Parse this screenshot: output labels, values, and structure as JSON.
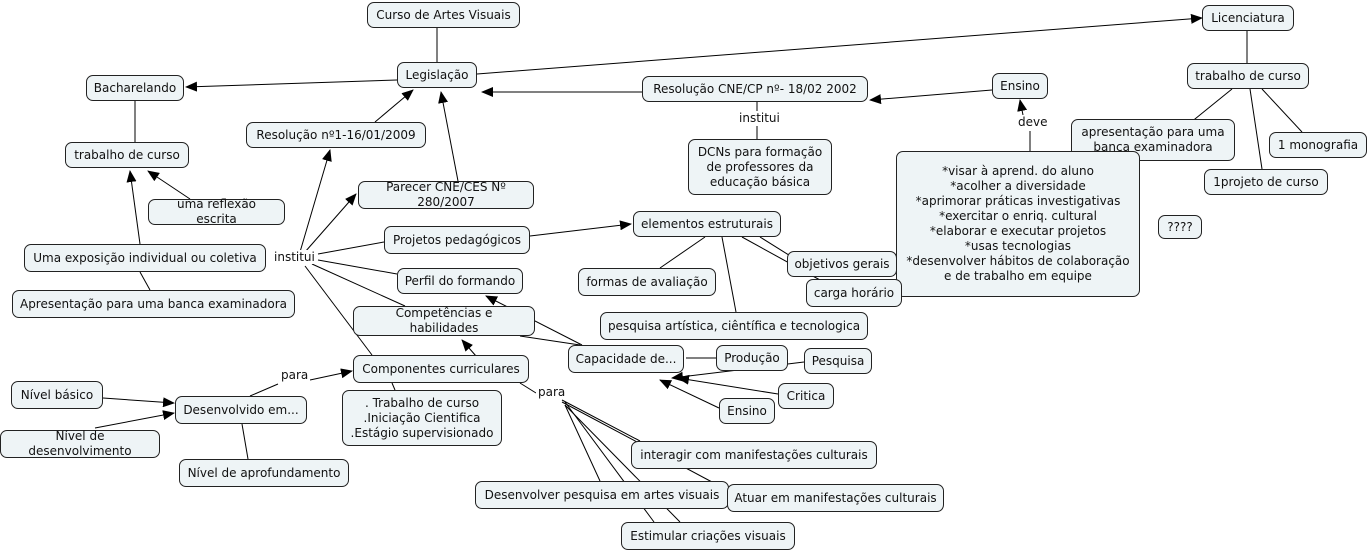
{
  "colors": {
    "node_fill": "#eef4f6",
    "node_border": "#222222",
    "line": "#000000"
  },
  "nodes": [
    "Curso de Artes Visuais",
    "Legislação",
    "Licenciatura",
    "Bacharelando",
    "Resolução CNE/CP nº- 18/02 2002",
    "Ensino",
    "trabalho de curso",
    "Resolução nº1-16/01/2009",
    "trabalho de curso",
    "DCNs para formação\nde professores da\neducação básica",
    "apresentação para uma\nbanca examinadora",
    "1 monografia",
    "Parecer CNE/CES Nº 280/2007",
    "1projeto de curso",
    "*visar à aprend. do aluno\n*acolher a diversidade\n*aprimorar práticas investigativas\n*exercitar o enriq. cultural\n*elaborar e executar projetos\n*usas tecnologias\n*desenvolver hábitos de colaboração\ne de trabalho em equipe",
    "uma reflexão escrita",
    "elementos estruturais",
    "????",
    "Projetos pedagógicos",
    "Uma exposição individual ou coletiva",
    "objetivos gerais",
    "formas de avaliação",
    "Perfil do formando",
    "carga horário",
    "Apresentação para uma banca examinadora",
    "Competências e habilidades",
    "pesquisa artística, ciêntífica e tecnologica",
    "Capacidade de...",
    "Produção",
    "Pesquisa",
    "Componentes curriculares",
    "Nível básico",
    "Critica",
    "Desenvolvido em...",
    ". Trabalho de curso\n.Iniciação Cientifica\n.Estágio supervisionado",
    "Ensino",
    "Nível de desenvolvimento",
    "interagir com manifestações culturais",
    "Nível de aprofundamento",
    "Desenvolver pesquisa em artes visuais",
    "Atuar em manifestações culturais",
    "Estimular criações visuais"
  ],
  "linking_phrases": [
    "institui",
    "institui",
    "deve",
    "para",
    "para"
  ]
}
